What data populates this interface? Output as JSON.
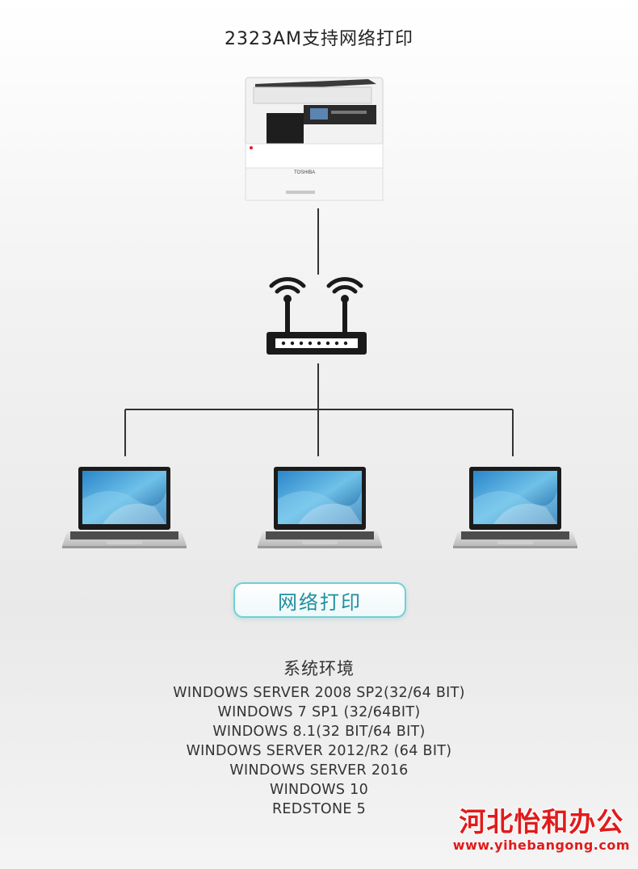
{
  "title": "2323AM支持网络打印",
  "printer": {
    "brand_text": "TOSHIBA"
  },
  "badge": {
    "label": "网络打印"
  },
  "environment": {
    "title": "系统环境",
    "items": [
      "WINDOWS SERVER 2008 SP2(32/64 BIT)",
      "WINDOWS 7 SP1 (32/64BIT)",
      "WINDOWS 8.1(32 BIT/64 BIT)",
      "WINDOWS SERVER 2012/R2 (64 BIT)",
      "WINDOWS SERVER 2016",
      "WINDOWS 10",
      "REDSTONE 5"
    ]
  },
  "watermark": {
    "name": "河北怡和办公",
    "url": "www.yihebangong.com"
  },
  "colors": {
    "accent": "#1f8fa0",
    "pill_border": "#6fd0d8",
    "brand_red": "#e11b1b",
    "line": "#333333"
  }
}
